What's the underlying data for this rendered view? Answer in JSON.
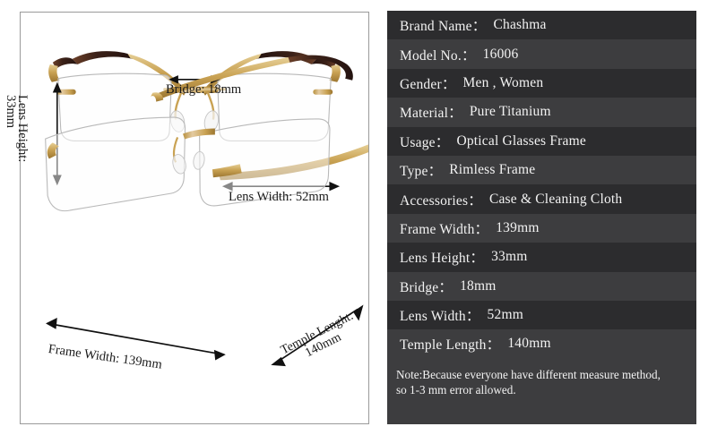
{
  "product_diagram": {
    "view_front": {
      "name": "front-view",
      "annotations": {
        "bridge": "Bridge: 18mm",
        "lens_width": "Lens Width: 52mm",
        "lens_height_line1": "Lens Height:",
        "lens_height_line2": "33mm"
      }
    },
    "view_angled": {
      "name": "angled-view",
      "annotations": {
        "frame_width": "Frame Width:  139mm",
        "temple_length_line1": "Temple Lenght:",
        "temple_length_line2": "140mm"
      }
    }
  },
  "spec_table": {
    "rows": [
      {
        "label": "Brand Name：",
        "value": "Chashma"
      },
      {
        "label": "Model No.：",
        "value": "16006"
      },
      {
        "label": "Gender：",
        "value": "Men , Women"
      },
      {
        "label": "Material：",
        "value": "Pure Titanium"
      },
      {
        "label": "Usage：",
        "value": "Optical Glasses Frame"
      },
      {
        "label": "Type：",
        "value": "Rimless Frame"
      },
      {
        "label": "Accessories：",
        "value": "Case & Cleaning Cloth"
      },
      {
        "label": "Frame Width：",
        "value": "139mm"
      },
      {
        "label": "Lens Height：",
        "value": "33mm"
      },
      {
        "label": "Bridge：",
        "value": "18mm"
      },
      {
        "label": "Lens Width：",
        "value": "52mm"
      },
      {
        "label": "Temple Length：",
        "value": "140mm"
      }
    ],
    "note_line1": "Note:Because everyone have different measure method,",
    "note_line2": "so 1-3 mm error allowed."
  },
  "colors": {
    "row_dark": "#2c2c2e",
    "row_light": "#3d3d3f",
    "text": "#f2f2f2",
    "panel_border": "#9a9a9a",
    "metal_gold": "#c9a253",
    "tortoise_dark": "#4a2d22"
  }
}
